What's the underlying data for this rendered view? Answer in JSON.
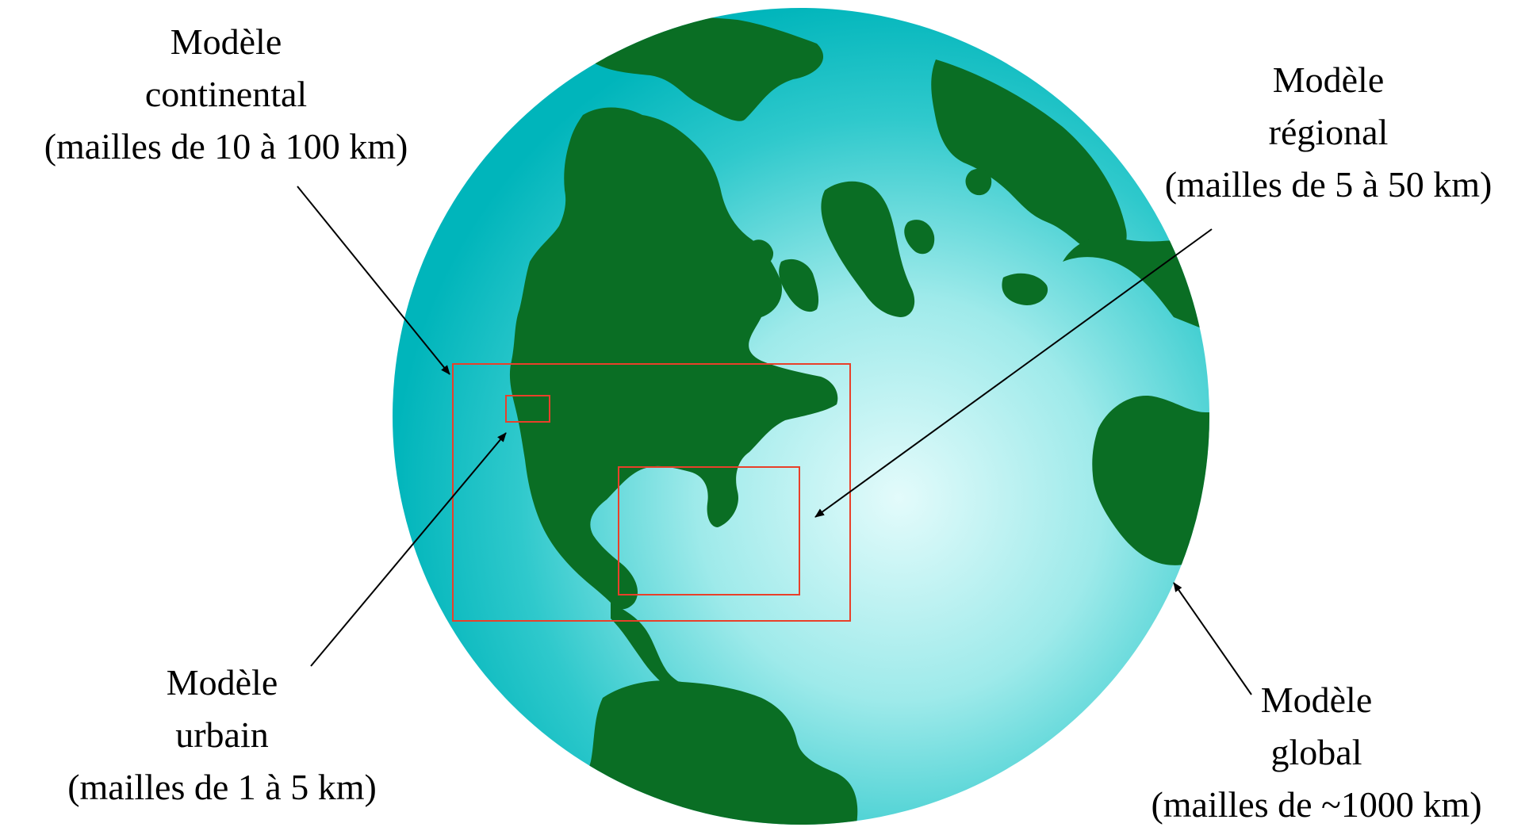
{
  "labels": {
    "continental": {
      "title": "Modèle",
      "type": "continental",
      "mesh": "(mailles de 10 à 100 km)"
    },
    "regional": {
      "title": "Modèle",
      "type": "régional",
      "mesh": "(mailles de 5 à 50 km)"
    },
    "urban": {
      "title": "Modèle",
      "type": "urbain",
      "mesh": "(mailles de 1 à 5 km)"
    },
    "global": {
      "title": "Modèle",
      "type": "global",
      "mesh": "(mailles de ~1000 km)"
    }
  },
  "colors": {
    "ocean_center": "#e3fbfb",
    "ocean_edge": "#00b5bb",
    "land": "#0a6e24",
    "domain_box": "#e8402a",
    "arrow": "#000000"
  }
}
